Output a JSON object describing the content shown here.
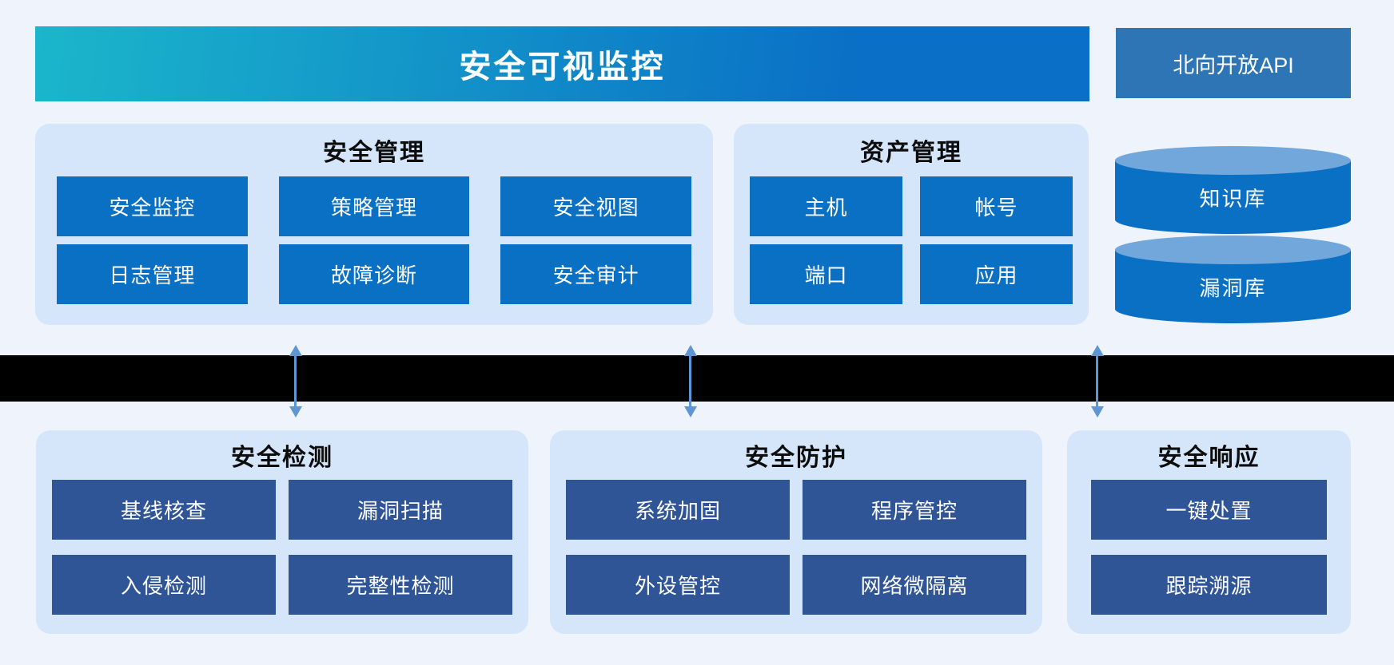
{
  "colors": {
    "page_bg": "#EFF4FC",
    "panel_bg": "#D5E6FA",
    "primary_blue": "#0A70C4",
    "banner_gradient_start": "#1BB6CB",
    "banner_gradient_end": "#0A6FC6",
    "api_blue": "#2E75B6",
    "navy_block": "#2F5597",
    "cylinder_top": "#71A7DB",
    "arrow_blue": "#5E96D4",
    "separator_band": "#000000"
  },
  "banner": {
    "title": "安全可视监控"
  },
  "api_box": {
    "label": "北向开放API"
  },
  "top_panels": [
    {
      "title": "安全管理",
      "buttons": [
        "安全监控",
        "策略管理",
        "安全视图",
        "日志管理",
        "故障诊断",
        "安全审计"
      ]
    },
    {
      "title": "资产管理",
      "buttons": [
        "主机",
        "帐号",
        "端口",
        "应用"
      ]
    }
  ],
  "databases": [
    {
      "label": "知识库"
    },
    {
      "label": "漏洞库"
    }
  ],
  "bottom_panels": [
    {
      "title": "安全检测",
      "buttons": [
        "基线核查",
        "漏洞扫描",
        "入侵检测",
        "完整性检测"
      ]
    },
    {
      "title": "安全防护",
      "buttons": [
        "系统加固",
        "程序管控",
        "外设管控",
        "网络微隔离"
      ]
    },
    {
      "title": "安全响应",
      "buttons": [
        "一键处置",
        "跟踪溯源"
      ]
    }
  ]
}
